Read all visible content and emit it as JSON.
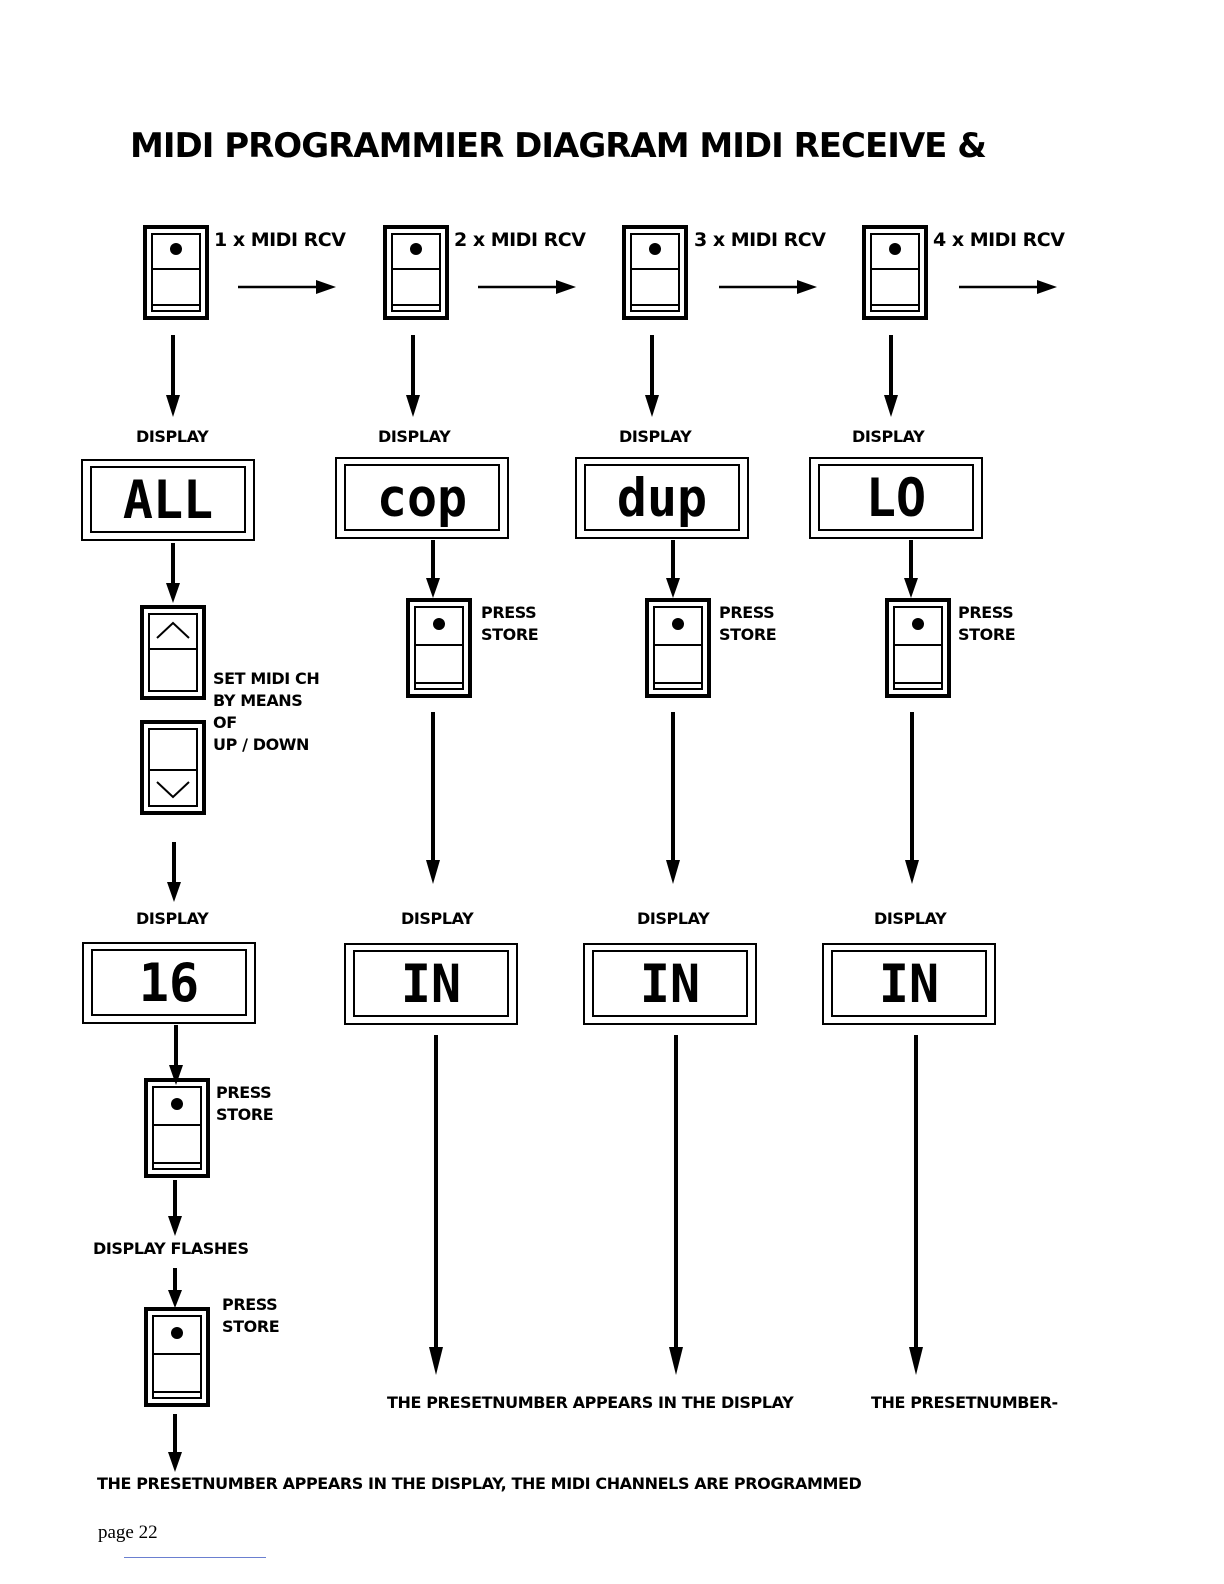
{
  "page": {
    "title": "MIDI PROGRAMMIER DIAGRAM MIDI RECEIVE &",
    "page_number": "page 22"
  },
  "columns": [
    {
      "step_label": "1 x MIDI RCV",
      "display_label": "DISPLAY",
      "display_value": "ALL"
    },
    {
      "step_label": "2 x MIDI RCV",
      "display_label": "DISPLAY",
      "display_value": "cop",
      "press_store": "PRESS\nSTORE",
      "display2_label": "DISPLAY",
      "display2_value": "IN"
    },
    {
      "step_label": "3 x MIDI RCV",
      "display_label": "DISPLAY",
      "display_value": "dup",
      "press_store": "PRESS\nSTORE",
      "display2_label": "DISPLAY",
      "display2_value": "IN"
    },
    {
      "step_label": "4 x MIDI RCV",
      "display_label": "DISPLAY",
      "display_value": "LO",
      "press_store": "PRESS\nSTORE",
      "display2_label": "DISPLAY",
      "display2_value": "IN"
    }
  ],
  "col1": {
    "set_channel_text": "SET MIDI CH\nBY MEANS\nOF\nUP / DOWN",
    "display2_label": "DISPLAY",
    "display2_value": "16",
    "press_store_1": "PRESS\nSTORE",
    "display_flashes": "DISPLAY FLASHES",
    "press_store_2": "PRESS\nSTORE",
    "final_text": "THE PRESETNUMBER APPEARS IN THE DISPLAY, THE MIDI CHANNELS ARE PROGRAMMED"
  },
  "bottom_texts": {
    "middle": "THE PRESETNUMBER APPEARS IN THE DISPLAY",
    "right": "THE PRESETNUMBER-"
  },
  "icons": {
    "store_key": "store-key-icon",
    "up_key": "up-key-icon",
    "down_key": "down-key-icon",
    "arrow": "arrow-icon"
  }
}
